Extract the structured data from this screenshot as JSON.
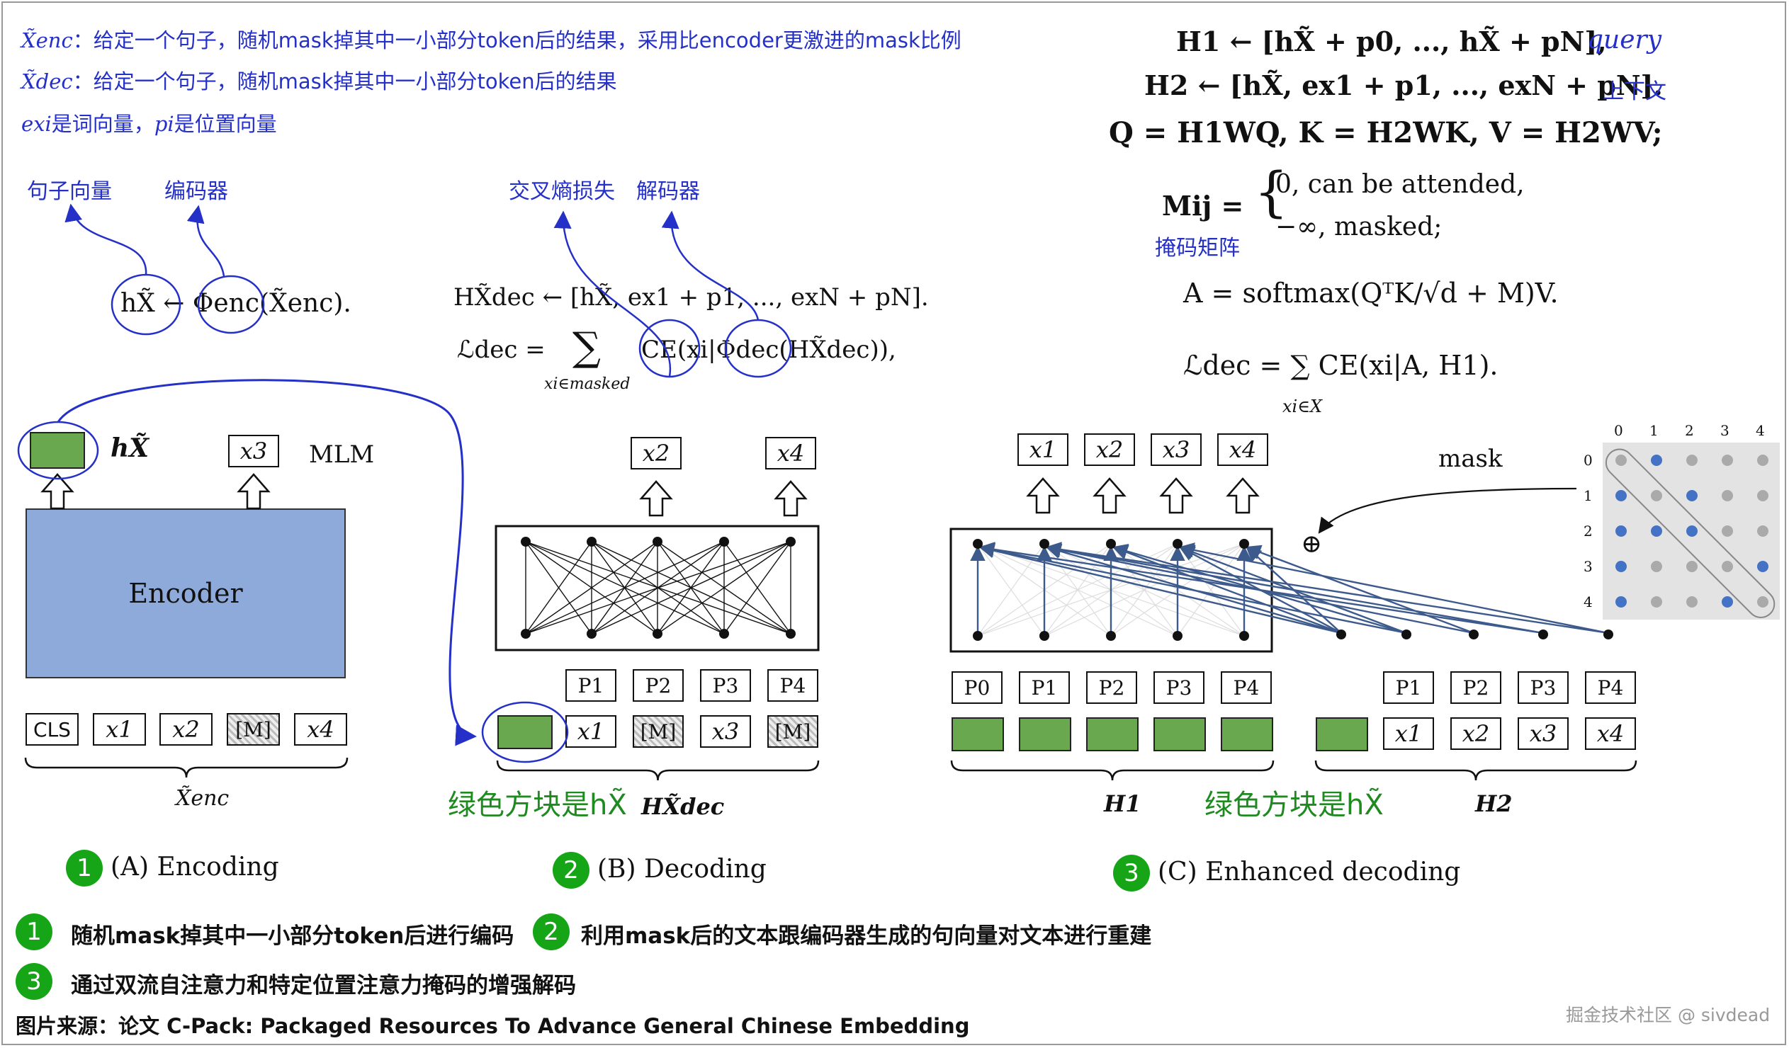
{
  "notes": {
    "xenc_symbol": "X̃enc",
    "xenc_text": "：给定一个句子，随机mask掉其中一小部分token后的结果，采用比encoder更激进的mask比例",
    "xdec_symbol": "X̃dec",
    "xdec_text": "：给定一个句子，随机mask掉其中一小部分token后的结果",
    "exi_symbol": "exi",
    "exi_text": "是词向量，",
    "pi_symbol": "pi",
    "pi_text": "是位置向量"
  },
  "panel_a": {
    "label_sentence_vec": "句子向量",
    "label_encoder": "编码器",
    "formula": "hX̃ ← Φenc(X̃enc).",
    "h_label": "hX̃",
    "mlm_label": "MLM",
    "x3": "x3",
    "encoder_label": "Encoder",
    "tokens": [
      "CLS",
      "x1",
      "x2",
      "[M]",
      "x4"
    ],
    "brace_label": "X̃enc",
    "caption_num": "1",
    "caption": "(A) Encoding"
  },
  "panel_b": {
    "label_ce": "交叉熵损失",
    "label_decoder": "解码器",
    "formula1": "HX̃dec ← [hX̃, ex1 + p1, ..., exN + pN].",
    "formula2_lhs": "ℒdec =",
    "formula2_sum": "∑",
    "formula2_sub": "xi∈masked",
    "formula2_rhs": "CE(xi|Φdec(HX̃dec)),",
    "outputs": [
      "x2",
      "x4"
    ],
    "positions": [
      "P1",
      "P2",
      "P3",
      "P4"
    ],
    "tokens": [
      "x1",
      "[M]",
      "x3",
      "[M]"
    ],
    "green_note": "绿色方块是hX̃",
    "brace_label": "HX̃dec",
    "caption_num": "2",
    "caption": "(B) Decoding"
  },
  "panel_c": {
    "eq1": "H1 ← [hX̃ + p0, ..., hX̃ + pN],",
    "eq1_tag": "query",
    "eq2": "H2 ← [hX̃, ex1 + p1, ..., exN + pN].",
    "eq2_tag": "上下文",
    "eq3": "Q = H1WQ, K = H2WK, V = H2WV;",
    "eq4_lhs": "Mij =",
    "eq4_case1": "0,      can be attended,",
    "eq4_case2": "−∞,  masked;",
    "eq4_tag": "掩码矩阵",
    "eq5": "A = softmax(QᵀK/√d + M)V.",
    "eq6": "ℒdec = ∑ CE(xi|A, H1).",
    "eq6_sub": "xi∈X",
    "outputs": [
      "x1",
      "x2",
      "x3",
      "x4"
    ],
    "mask_label": "mask",
    "oplus": "⊕",
    "matrix_labels": [
      "0",
      "1",
      "2",
      "3",
      "4"
    ],
    "positions_h1": [
      "P0",
      "P1",
      "P2",
      "P3",
      "P4"
    ],
    "positions_h2": [
      "P1",
      "P2",
      "P3",
      "P4"
    ],
    "tokens_h2": [
      "x1",
      "x2",
      "x3",
      "x4"
    ],
    "h1_label": "H1",
    "h2_label": "H2",
    "green_note": "绿色方块是hX̃",
    "caption_num": "3",
    "caption": "(C) Enhanced decoding"
  },
  "footer": {
    "step1_num": "1",
    "step1": "随机mask掉其中一小部分token后进行编码",
    "step2_num": "2",
    "step2": "利用mask后的文本跟编码器生成的句向量对文本进行重建",
    "step3_num": "3",
    "step3": "通过双流自注意力和特定位置注意力掩码的增强解码",
    "source": "图片来源：论文 C-Pack: Packaged Resources To Advance General Chinese Embedding",
    "watermark": "掘金技术社区 @ sivdead"
  },
  "colors": {
    "annotation_blue": "#2430c8",
    "encoder_fill": "#8eaadb",
    "green_block": "#6aa84f",
    "step_green": "#16a516",
    "arrow_steel": "#3d5a8c"
  }
}
